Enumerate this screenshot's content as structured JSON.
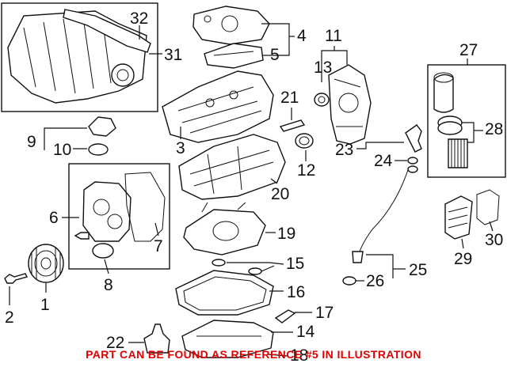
{
  "callouts": {
    "c1": "1",
    "c2": "2",
    "c3": "3",
    "c4": "4",
    "c5": "5",
    "c6": "6",
    "c7": "7",
    "c8": "8",
    "c9": "9",
    "c10": "10",
    "c11": "11",
    "c12": "12",
    "c13": "13",
    "c14": "14",
    "c15": "15",
    "c16": "16",
    "c17": "17",
    "c18": "18",
    "c19": "19",
    "c20": "20",
    "c21": "21",
    "c22": "22",
    "c23": "23",
    "c24": "24",
    "c25": "25",
    "c26": "26",
    "c27": "27",
    "c28": "28",
    "c29": "29",
    "c30": "30",
    "c31": "31",
    "c32": "32"
  },
  "notice": "PART CAN BE FOUND AS REFERENCE #5 IN ILLUSTRATION",
  "colors": {
    "notice": "#e00000",
    "lines": "#111111",
    "background": "#ffffff"
  }
}
